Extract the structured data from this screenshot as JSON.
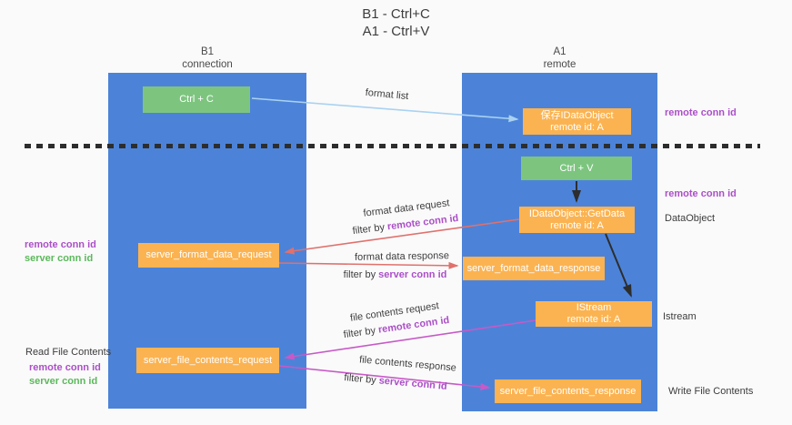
{
  "title": {
    "line1": "B1 - Ctrl+C",
    "line2": "A1 - Ctrl+V"
  },
  "lanes": {
    "left": {
      "name": "B1",
      "role": "connection"
    },
    "right": {
      "name": "A1",
      "role": "remote"
    }
  },
  "boxes": {
    "ctrl_c": {
      "label": "Ctrl + C"
    },
    "ctrl_v": {
      "label": "Ctrl + V"
    },
    "save_idataobject": {
      "line1": "保存IDataObject",
      "line2": "remote id: A"
    },
    "getdata": {
      "line1": "IDataObject::GetData",
      "line2": "remote id: A"
    },
    "istream": {
      "line1": "IStream",
      "line2": "remote id: A"
    },
    "format_request": {
      "label": "server_format_data_request"
    },
    "format_response": {
      "label": "server_format_data_response"
    },
    "file_request": {
      "label": "server_file_contents_request"
    },
    "file_response": {
      "label": "server_file_contents_response"
    }
  },
  "arrows": {
    "format_list": {
      "label": "format list"
    },
    "format_data_request": {
      "label": "format data request",
      "filter_prefix": "filter by ",
      "filter_id": "remote conn id"
    },
    "format_data_response": {
      "label": "format data response",
      "filter_prefix": "filter by ",
      "filter_id": "server conn id"
    },
    "file_contents_request": {
      "label": "file contents request",
      "filter_prefix": "filter by ",
      "filter_id": "remote conn id"
    },
    "file_contents_response": {
      "label": "file contents response",
      "filter_prefix": "filter by ",
      "filter_id": "server conn id"
    }
  },
  "side_labels": {
    "right_remote_conn_top": "remote conn id",
    "right_remote_conn_mid": "remote conn id",
    "dataobject": "DataObject",
    "istream": "Istream",
    "write_file_contents": "Write File Contents",
    "left_remote_conn_mid": "remote conn id",
    "left_server_conn_mid": "server conn id",
    "read_file_contents": "Read File Contents",
    "left_remote_conn_bottom": "remote conn id",
    "left_server_conn_bottom": "server conn id"
  },
  "colors": {
    "lane_blue": "#4c83d8",
    "box_orange": "#fbb351",
    "box_green": "#7dc57f",
    "arrow_light_blue": "#a9d2f1",
    "arrow_red": "#e0716d",
    "arrow_magenta": "#c75ac7",
    "arrow_black": "#2d2d2d",
    "text_purple": "#ab4fc8",
    "text_green": "#5cb85c",
    "background": "#fafafa"
  }
}
